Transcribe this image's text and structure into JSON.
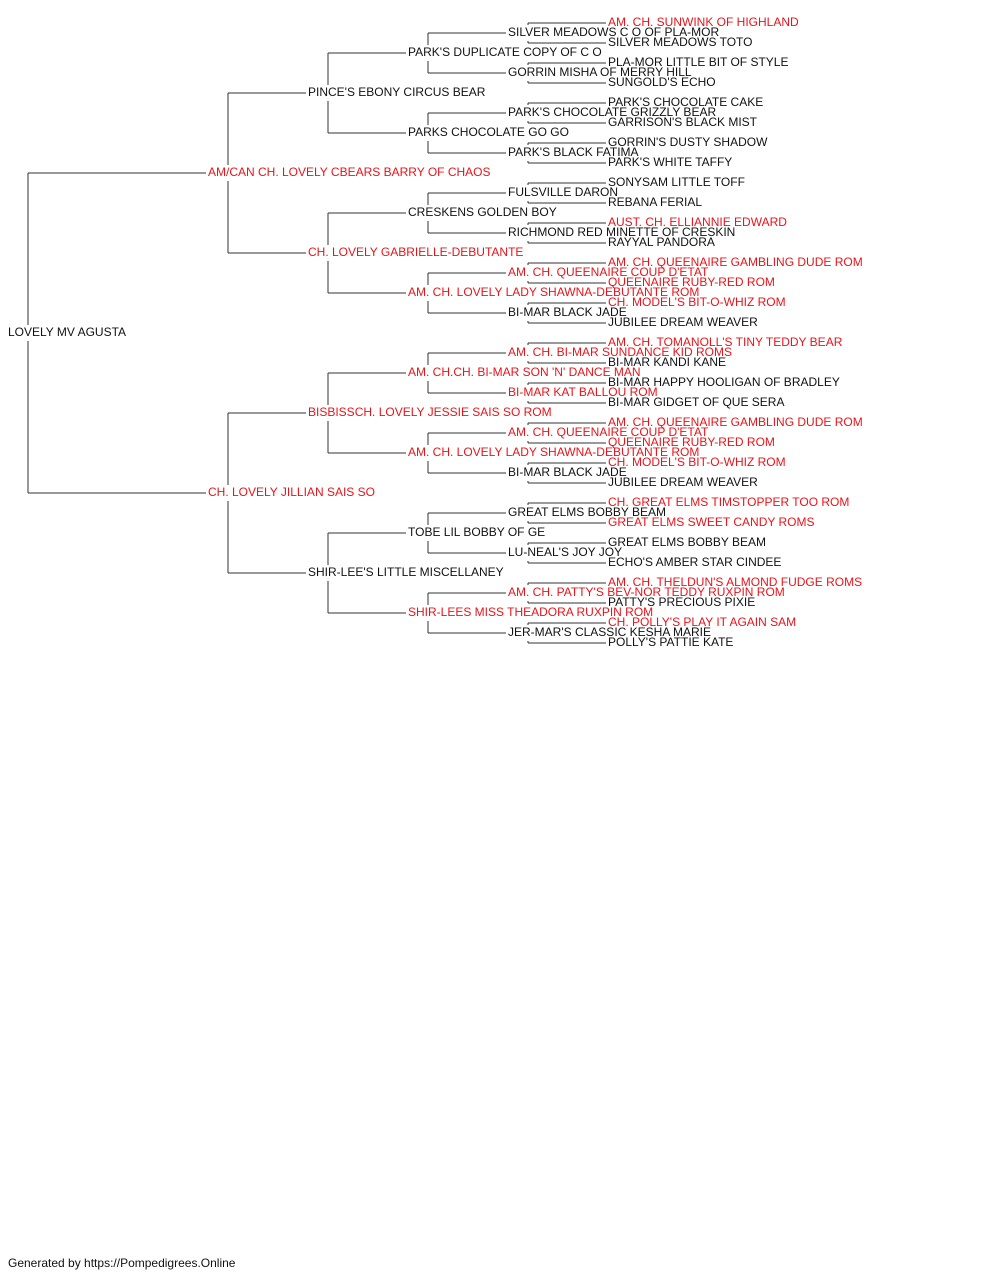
{
  "colors": {
    "champion": "#e8141b",
    "normal": "#111111",
    "line": "#333333"
  },
  "pedigree": [
    {
      "name": "LOVELY MV AGUSTA",
      "title": false
    },
    {
      "name": "AM/CAN CH. LOVELY CBEARS BARRY OF CHAOS",
      "title": true
    },
    {
      "name": "CH. LOVELY JILLIAN SAIS SO",
      "title": true
    },
    {
      "name": "PINCE'S EBONY CIRCUS BEAR",
      "title": false
    },
    {
      "name": "CH. LOVELY GABRIELLE-DEBUTANTE",
      "title": true
    },
    {
      "name": "BISBISSCH. LOVELY JESSIE SAIS SO ROM",
      "title": true
    },
    {
      "name": "SHIR-LEE'S LITTLE MISCELLANEY",
      "title": false
    },
    {
      "name": "PARK'S DUPLICATE COPY OF C O",
      "title": false
    },
    {
      "name": "PARKS CHOCOLATE GO GO",
      "title": false
    },
    {
      "name": "CRESKENS GOLDEN BOY",
      "title": false
    },
    {
      "name": "AM. CH. LOVELY LADY SHAWNA-DEBUTANTE ROM",
      "title": true
    },
    {
      "name": "AM. CH.CH. BI-MAR SON 'N' DANCE MAN",
      "title": true
    },
    {
      "name": "AM. CH. LOVELY LADY SHAWNA-DEBUTANTE ROM",
      "title": true
    },
    {
      "name": "TOBE LIL BOBBY OF GE",
      "title": false
    },
    {
      "name": "SHIR-LEES MISS THEADORA RUXPIN ROM",
      "title": true
    },
    {
      "name": "SILVER MEADOWS C O OF PLA-MOR",
      "title": false
    },
    {
      "name": "GORRIN MISHA OF MERRY HILL",
      "title": false
    },
    {
      "name": "PARK'S CHOCOLATE GRIZZLY BEAR",
      "title": false
    },
    {
      "name": "PARK'S BLACK FATIMA",
      "title": false
    },
    {
      "name": "FULSVILLE DARON",
      "title": false
    },
    {
      "name": "RICHMOND RED MINETTE OF CRESKIN",
      "title": false
    },
    {
      "name": "AM. CH. QUEENAIRE COUP D'ETAT",
      "title": true
    },
    {
      "name": "BI-MAR BLACK JADE",
      "title": false
    },
    {
      "name": "AM. CH. BI-MAR SUNDANCE KID ROMS",
      "title": true
    },
    {
      "name": "BI-MAR KAT BALLOU ROM",
      "title": true
    },
    {
      "name": "AM. CH. QUEENAIRE COUP D'ETAT",
      "title": true
    },
    {
      "name": "BI-MAR BLACK JADE",
      "title": false
    },
    {
      "name": "GREAT ELMS BOBBY BEAM",
      "title": false
    },
    {
      "name": "LU-NEAL'S JOY JOY",
      "title": false
    },
    {
      "name": "AM. CH. PATTY'S BEV-NOR TEDDY RUXPIN ROM",
      "title": true
    },
    {
      "name": "JER-MAR'S CLASSIC KESHA MARIE",
      "title": false
    },
    {
      "name": "AM. CH. SUNWINK OF HIGHLAND",
      "title": true
    },
    {
      "name": "SILVER MEADOWS TOTO",
      "title": false
    },
    {
      "name": "PLA-MOR LITTLE BIT OF STYLE",
      "title": false
    },
    {
      "name": "SUNGOLD'S ECHO",
      "title": false
    },
    {
      "name": "PARK'S CHOCOLATE CAKE",
      "title": false
    },
    {
      "name": "GARRISON'S BLACK MIST",
      "title": false
    },
    {
      "name": "GORRIN'S DUSTY SHADOW",
      "title": false
    },
    {
      "name": "PARK'S WHITE TAFFY",
      "title": false
    },
    {
      "name": "SONYSAM LITTLE TOFF",
      "title": false
    },
    {
      "name": "REBANA FERIAL",
      "title": false
    },
    {
      "name": "AUST. CH. ELLIANNIE EDWARD",
      "title": true
    },
    {
      "name": "RAYYAL PANDORA",
      "title": false
    },
    {
      "name": "AM. CH. QUEENAIRE GAMBLING DUDE ROM",
      "title": true
    },
    {
      "name": "QUEENAIRE RUBY-RED ROM",
      "title": true
    },
    {
      "name": "CH. MODEL'S BIT-O-WHIZ ROM",
      "title": true
    },
    {
      "name": "JUBILEE DREAM WEAVER",
      "title": false
    },
    {
      "name": "AM. CH. TOMANOLL'S TINY TEDDY BEAR",
      "title": true
    },
    {
      "name": "BI-MAR KANDI KANE",
      "title": false
    },
    {
      "name": "BI-MAR HAPPY HOOLIGAN OF BRADLEY",
      "title": false
    },
    {
      "name": "BI-MAR GIDGET OF QUE SERA",
      "title": false
    },
    {
      "name": "AM. CH. QUEENAIRE GAMBLING DUDE ROM",
      "title": true
    },
    {
      "name": "QUEENAIRE RUBY-RED ROM",
      "title": true
    },
    {
      "name": "CH. MODEL'S BIT-O-WHIZ ROM",
      "title": true
    },
    {
      "name": "JUBILEE DREAM WEAVER",
      "title": false
    },
    {
      "name": "CH. GREAT ELMS TIMSTOPPER TOO ROM",
      "title": true
    },
    {
      "name": "GREAT ELMS SWEET CANDY ROMS",
      "title": true
    },
    {
      "name": "GREAT ELMS BOBBY BEAM",
      "title": false
    },
    {
      "name": "ECHO'S AMBER STAR CINDEE",
      "title": false
    },
    {
      "name": "AM. CH. THELDUN'S ALMOND FUDGE ROMS",
      "title": true
    },
    {
      "name": "PATTY'S PRECIOUS PIXIE",
      "title": false
    },
    {
      "name": "CH. POLLY'S PLAY IT AGAIN SAM",
      "title": true
    },
    {
      "name": "POLLY'S PATTIE KATE",
      "title": false
    }
  ],
  "footer": {
    "text": "Generated by https://Pompedigrees.Online"
  }
}
